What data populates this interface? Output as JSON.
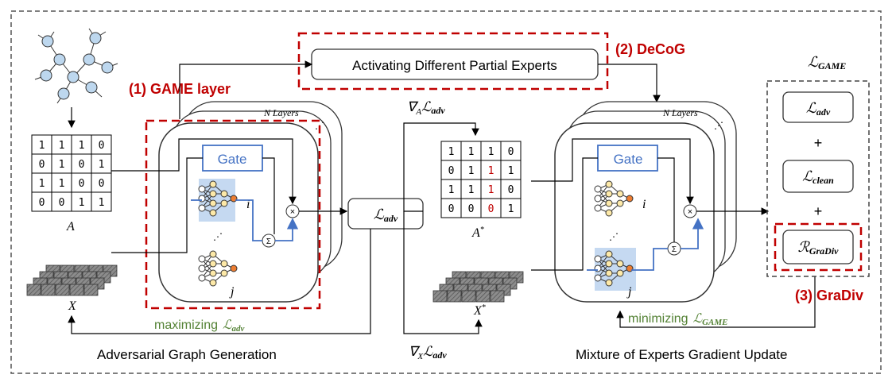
{
  "labels": {
    "game_layer": "(1) GAME layer",
    "decog": "(2) DeCoG",
    "gradiv": "(3) GraDiv",
    "activating": "Activating Different Partial Experts",
    "n_layers_left": "N Layers",
    "n_layers_right": "N Layers",
    "gate_left": "Gate",
    "gate_right": "Gate",
    "maximizing": "maximizing",
    "minimizing": "minimizing",
    "caption_left": "Adversarial Graph Generation",
    "caption_right": "Mixture of Experts Gradient Update",
    "expert_i_left": "i",
    "expert_j_left": "j",
    "expert_i_right": "i",
    "expert_j_right": "j",
    "sigma_left": "Σ",
    "sigma_right": "Σ",
    "times_left": "×",
    "times_right": "×"
  },
  "math": {
    "A": "A",
    "X": "X",
    "A_star": "A*",
    "X_star": "X*",
    "L_adv_center": "ℒadv",
    "grad_A": "∇Aℒadv",
    "grad_X": "∇Xℒadv",
    "max_L": "ℒadv",
    "min_L": "ℒGAME",
    "L_game_title": "ℒGAME",
    "loss_adv": "ℒadv",
    "loss_clean": "ℒclean",
    "reg_gradiv": "ℛGraDiv",
    "plus1": "+",
    "plus2": "+"
  },
  "matrix_A": [
    [
      "1",
      "1",
      "1",
      "0"
    ],
    [
      "0",
      "1",
      "0",
      "1"
    ],
    [
      "1",
      "1",
      "0",
      "0"
    ],
    [
      "0",
      "0",
      "1",
      "1"
    ]
  ],
  "matrix_A_star": [
    [
      "1",
      "1",
      "1",
      "0"
    ],
    [
      "0",
      "1",
      "1",
      "1"
    ],
    [
      "1",
      "1",
      "1",
      "0"
    ],
    [
      "0",
      "0",
      "0",
      "1"
    ]
  ],
  "matrix_A_star_changed": [
    [
      1,
      2
    ],
    [
      2,
      2
    ],
    [
      3,
      2
    ]
  ],
  "colors": {
    "red_dash": "#c00000",
    "gate_blue": "#4472c4",
    "arrow_blue": "#4472c4",
    "highlight_blue": "#c5d9f1",
    "green_text": "#548235",
    "node_fill": "#bdd7ee",
    "changed_red": "#c00000"
  }
}
